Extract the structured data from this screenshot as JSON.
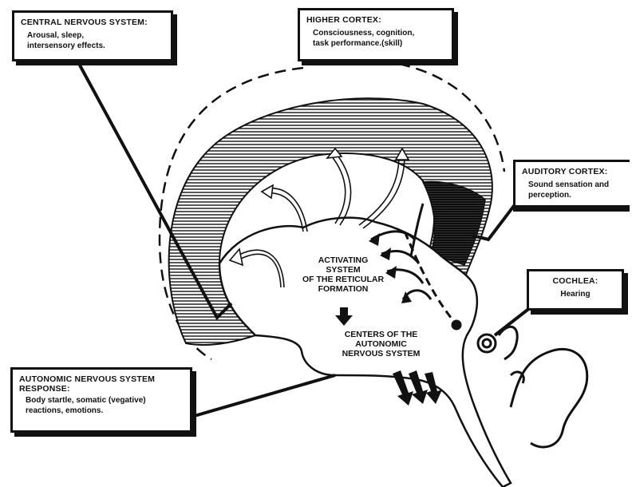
{
  "boxes": {
    "cns": {
      "title": "CENTRAL NERVOUS SYSTEM:",
      "desc_line1": "Arousal, sleep,",
      "desc_line2": "intersensory effects."
    },
    "higher_cortex": {
      "title": "HIGHER CORTEX:",
      "desc_line1": "Consciousness, cognition,",
      "desc_line2": "task performance.(skill)"
    },
    "auditory_cortex": {
      "title": "AUDITORY CORTEX:",
      "desc_line1": "Sound sensation and",
      "desc_line2": "perception."
    },
    "cochlea": {
      "title": "COCHLEA:",
      "desc_line1": "Hearing"
    },
    "ans": {
      "title": "AUTONOMIC NERVOUS SYSTEM",
      "title_line2": "RESPONSE:",
      "desc_line1": "Body startle, somatic (vegative)",
      "desc_line2": "reactions, emotions."
    }
  },
  "center_labels": {
    "activating": [
      "ACTIVATING",
      "SYSTEM",
      "OF THE RETICULAR",
      "FORMATION"
    ],
    "centers": [
      "CENTERS OF THE",
      "AUTONOMIC",
      "NERVOUS SYSTEM"
    ]
  },
  "colors": {
    "ink": "#111111",
    "paper": "#ffffff"
  }
}
